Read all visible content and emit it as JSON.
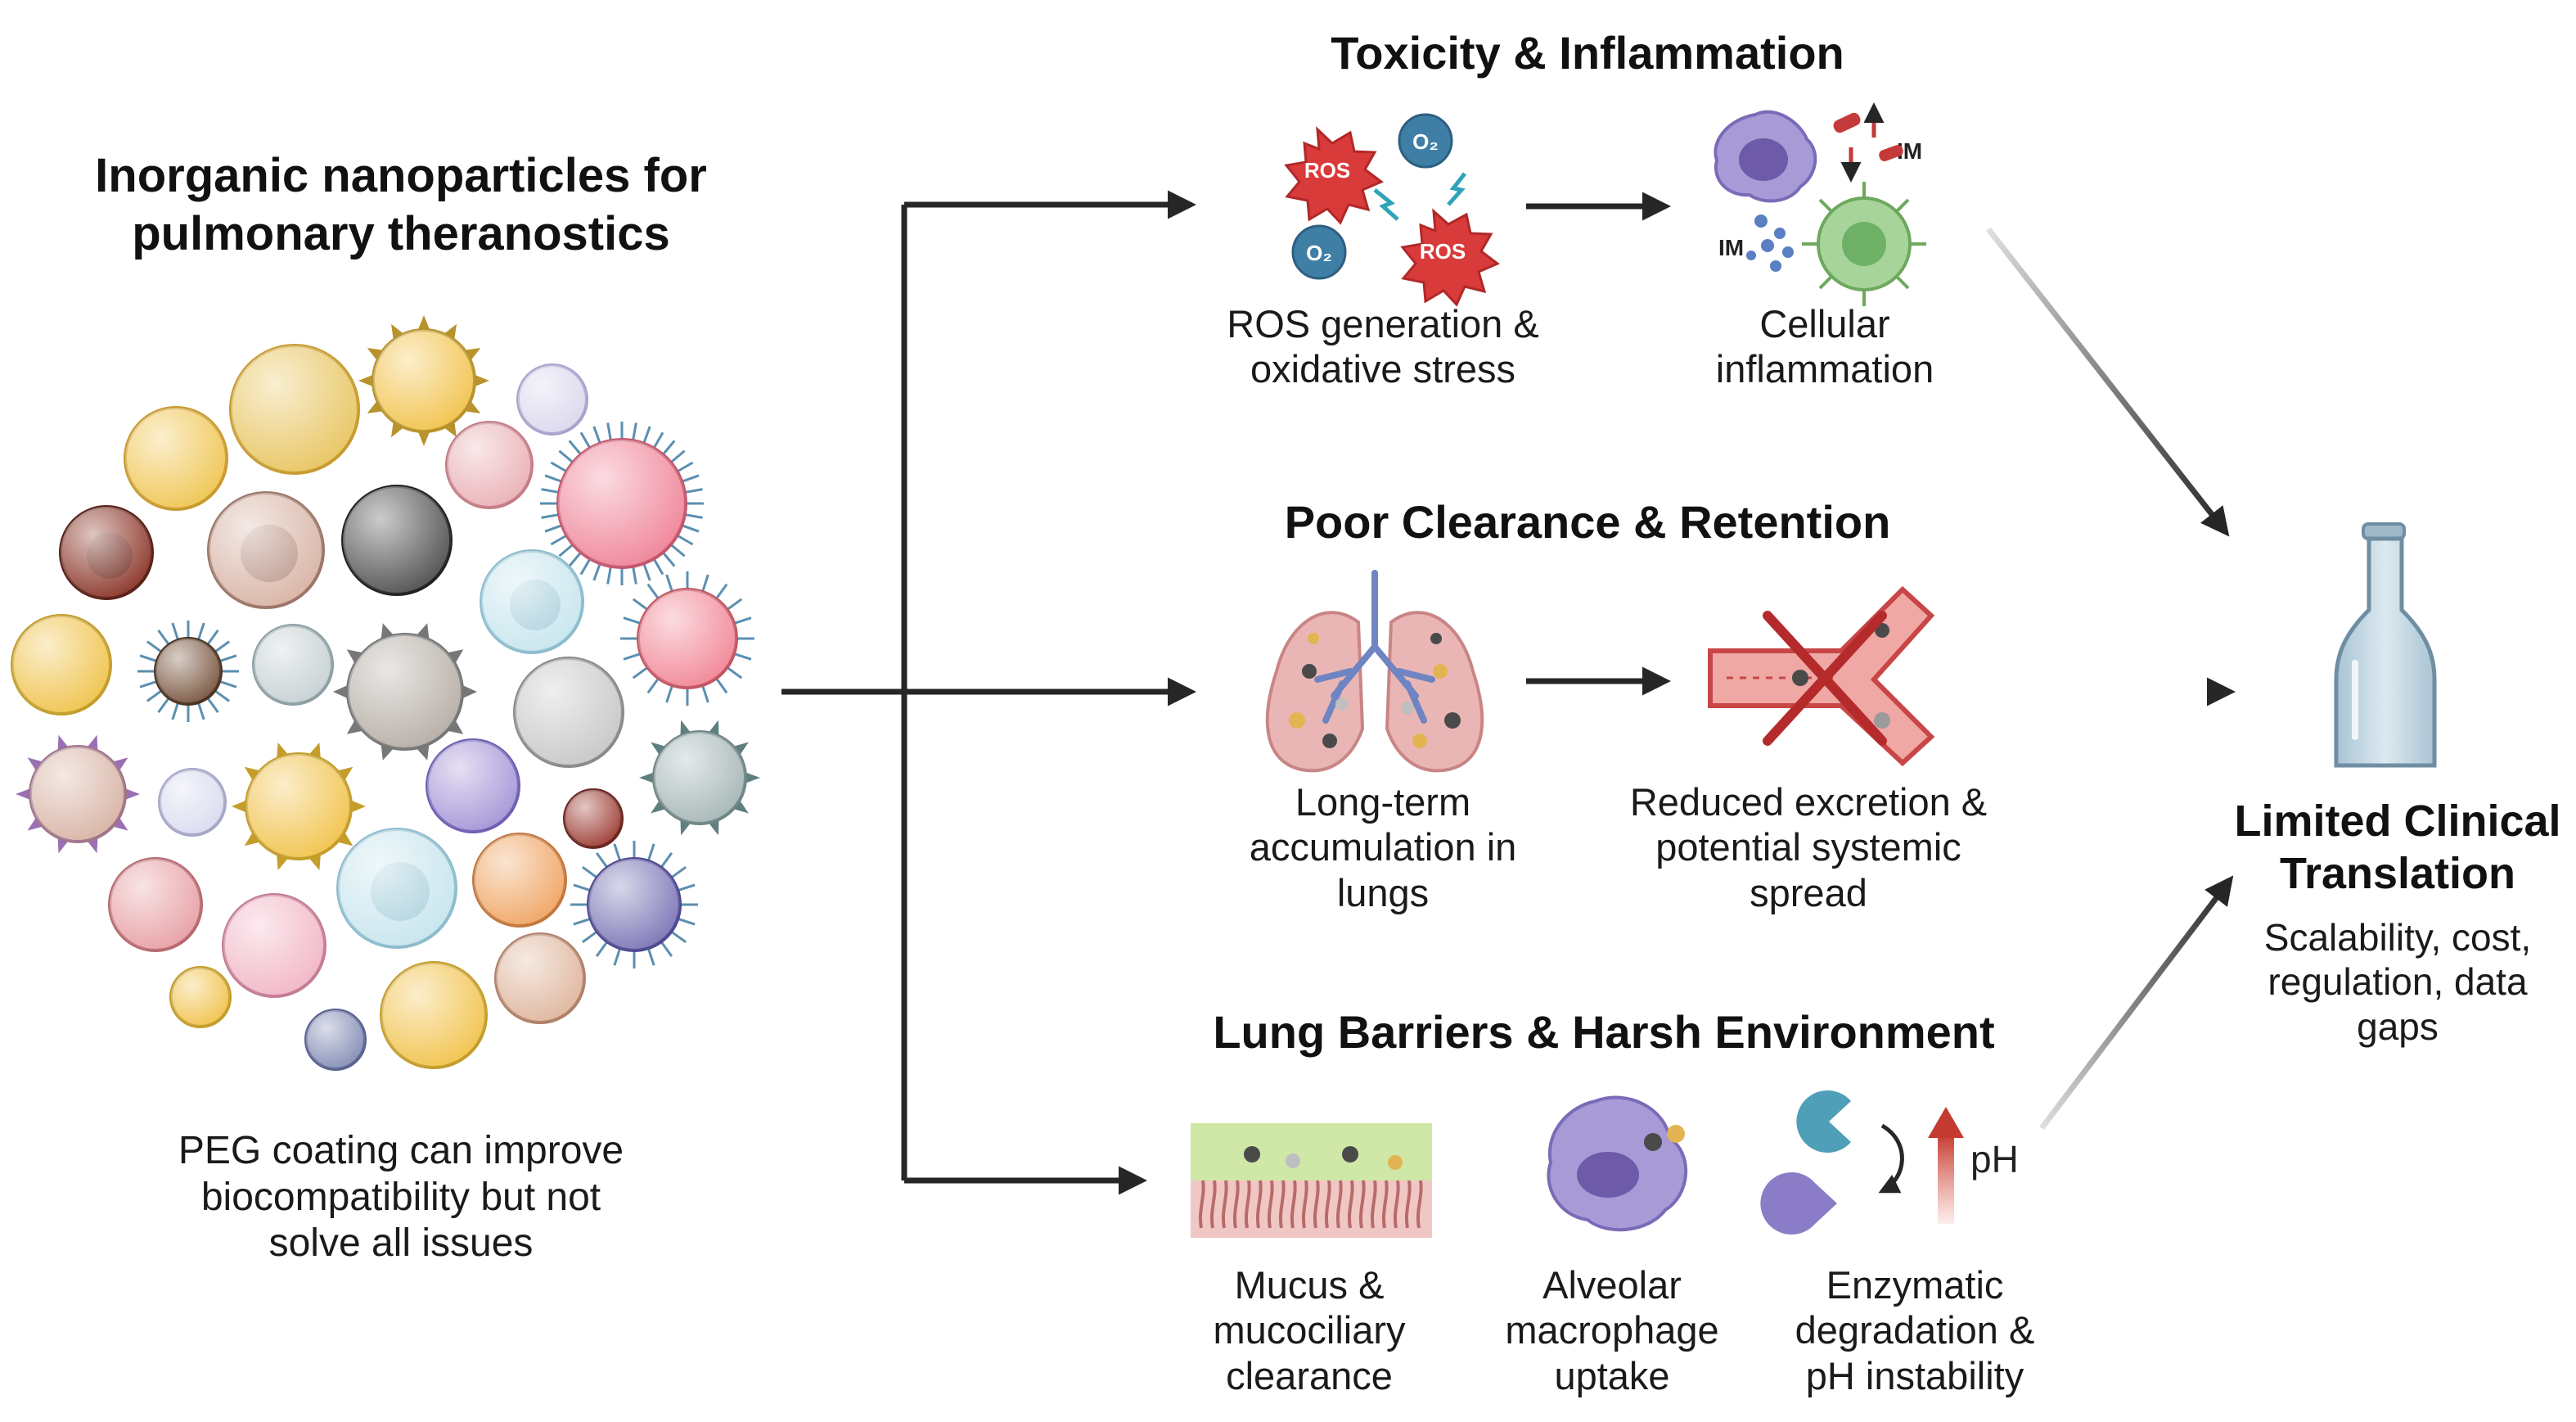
{
  "left": {
    "title": [
      "Inorganic nanoparticles for",
      "pulmonary theranostics"
    ],
    "caption": [
      "PEG coating can improve",
      "biocompatibility but not",
      "solve all issues"
    ]
  },
  "toxicity": {
    "title": "Toxicity & Inflammation",
    "ros_label": "ROS",
    "o2_label": "O₂",
    "im_label": "IM",
    "ros_caption": [
      "ROS generation &",
      "oxidative stress"
    ],
    "inflammation_caption": [
      "Cellular",
      "inflammation"
    ]
  },
  "clearance": {
    "title": "Poor Clearance & Retention",
    "lungs_caption": [
      "Long-term",
      "accumulation in",
      "lungs"
    ],
    "vessel_caption": [
      "Reduced excretion &",
      "potential systemic",
      "spread"
    ]
  },
  "barriers": {
    "title": "Lung Barriers & Harsh Environment",
    "ph_label": "pH",
    "mucus_caption": [
      "Mucus &",
      "mucociliary",
      "clearance"
    ],
    "macrophage_caption": [
      "Alveolar",
      "macrophage",
      "uptake"
    ],
    "enzyme_caption": [
      "Enzymatic",
      "degradation &",
      "pH instability"
    ]
  },
  "outcome": {
    "title": [
      "Limited Clinical",
      "Translation"
    ],
    "caption": [
      "Scalability, cost,",
      "regulation, data",
      "gaps"
    ]
  },
  "colors": {
    "arrow": "#262626",
    "ros": "#d93a3a",
    "o2": "#3f7fa6",
    "macrophage": "#8a7cc7",
    "lung": "#e8a3a5",
    "vessel": "#c94646",
    "bottle": "#c9dde8"
  }
}
